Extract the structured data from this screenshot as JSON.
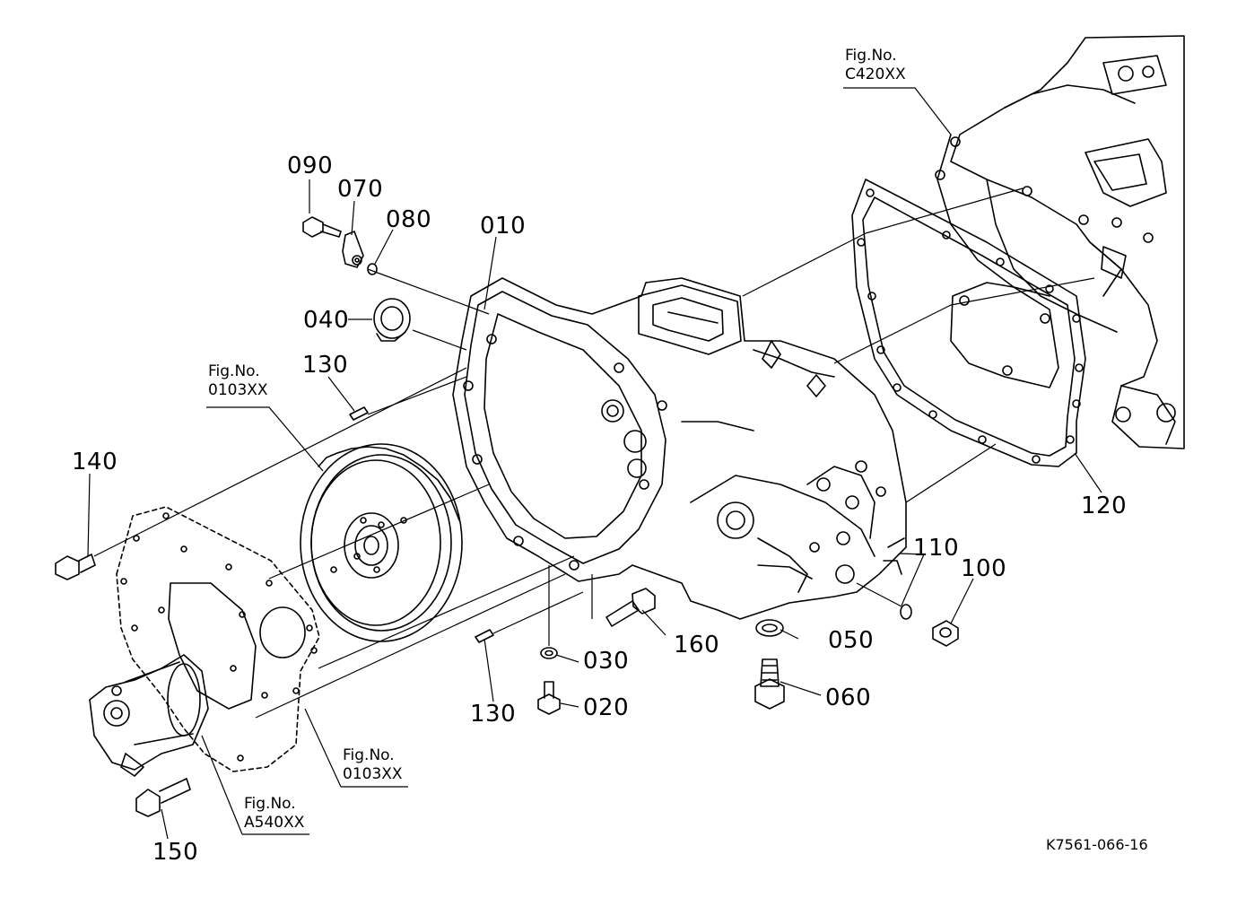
{
  "parts": {
    "p010": "010",
    "p020": "020",
    "p030": "030",
    "p040": "040",
    "p050": "050",
    "p060": "060",
    "p070": "070",
    "p080": "080",
    "p090": "090",
    "p100": "100",
    "p110": "110",
    "p120": "120",
    "p130a": "130",
    "p130b": "130",
    "p140": "140",
    "p150": "150",
    "p160": "160"
  },
  "fig_refs": {
    "engine": {
      "line1": "Fig.No.",
      "line2": "C420XX"
    },
    "flywheel": {
      "line1": "Fig.No.",
      "line2": "0103XX"
    },
    "plate": {
      "line1": "Fig.No.",
      "line2": "0103XX"
    },
    "starter": {
      "line1": "Fig.No.",
      "line2": "A540XX"
    }
  },
  "drawing_code": "K7561-066-16"
}
